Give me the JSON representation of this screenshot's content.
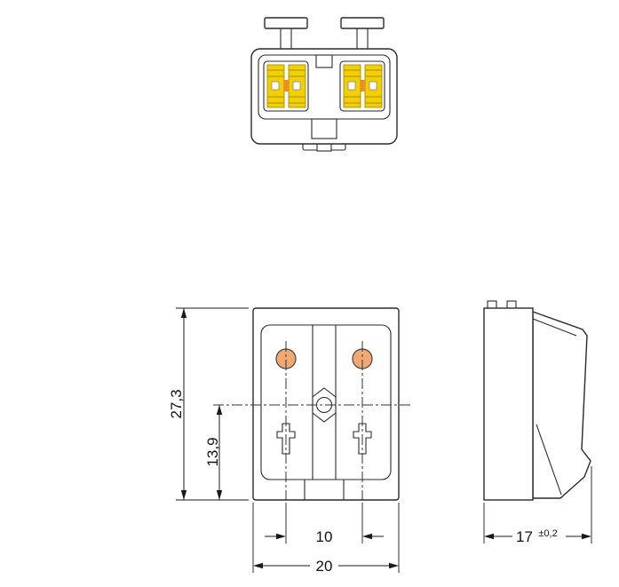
{
  "drawing": {
    "dim_total_height": "27,3",
    "dim_partial_height": "13,9",
    "dim_pole_spacing": "10",
    "dim_total_width": "20",
    "dim_depth": "17",
    "dim_depth_tolerance": "±0,2"
  },
  "colors": {
    "outline": "#2a2a2a",
    "clamp_yellow": "#f2cf00",
    "port_orange": "#f2a873",
    "spring_orange": "#f08c2e"
  }
}
